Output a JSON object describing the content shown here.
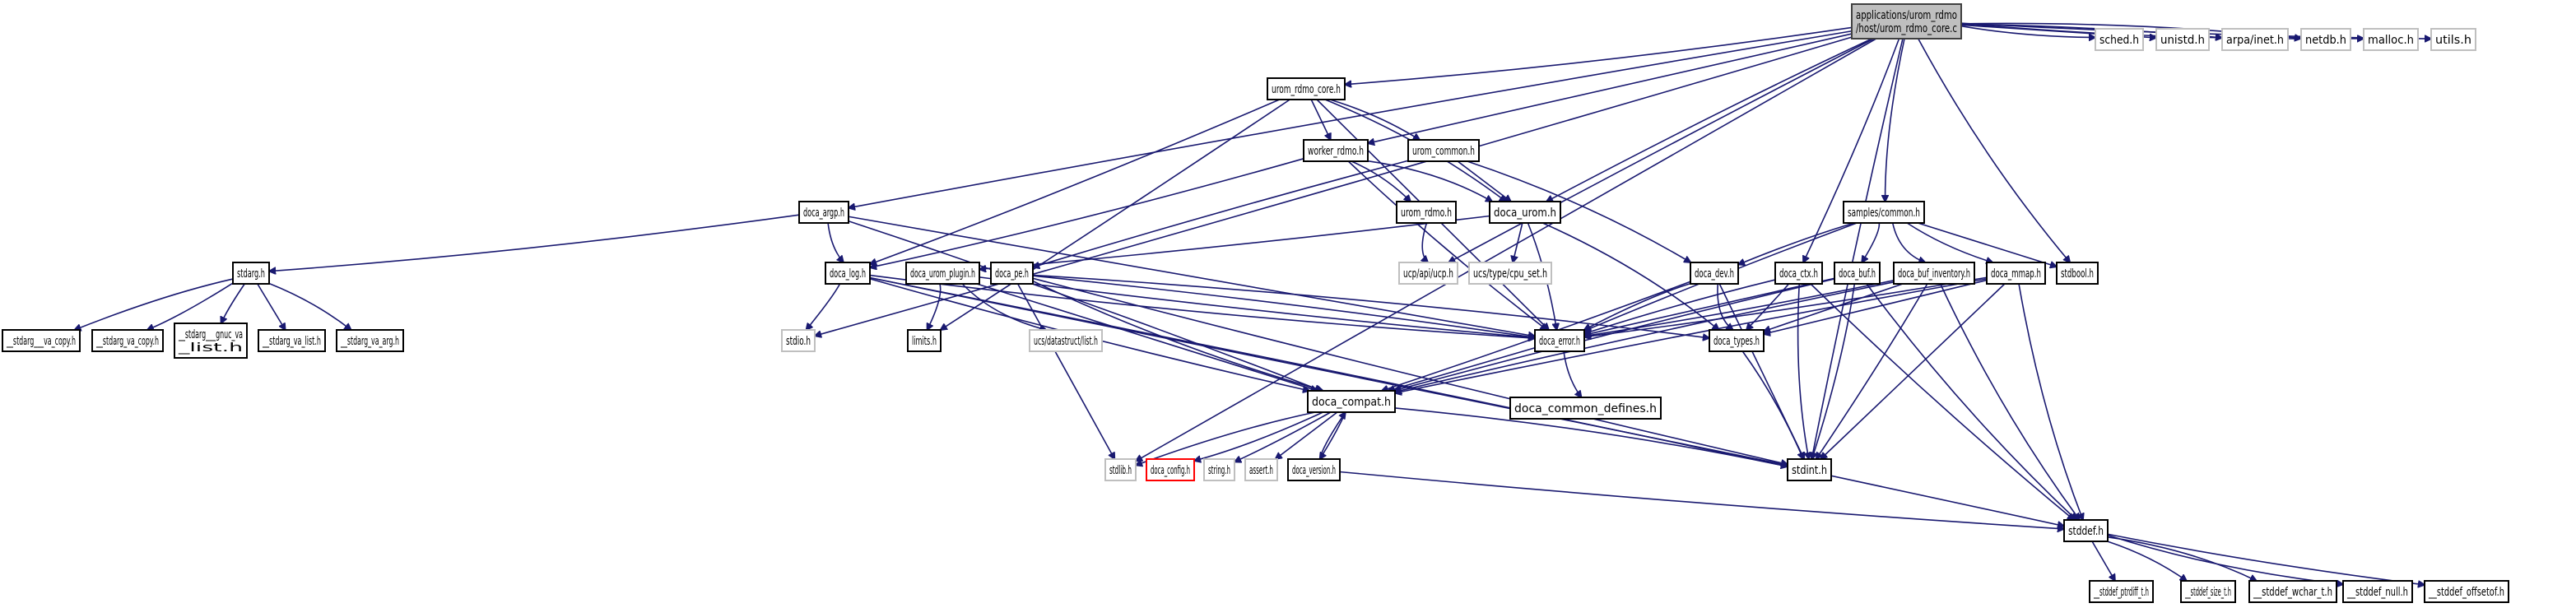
{
  "diagram": {
    "title": "applications/urom_rdmo/host/urom_rdmo_core.c include dependency graph",
    "edge_color": "#191970",
    "nodes": [
      {
        "id": "root",
        "lines": [
          "applications/urom_rdmo",
          "/host/urom_rdmo_core.c"
        ],
        "kind": "root"
      },
      {
        "id": "urom_rdmo_core_h",
        "lines": [
          "urom_rdmo_core.h"
        ],
        "kind": "normal"
      },
      {
        "id": "sched_h",
        "lines": [
          "sched.h"
        ],
        "kind": "external"
      },
      {
        "id": "unistd_h",
        "lines": [
          "unistd.h"
        ],
        "kind": "external"
      },
      {
        "id": "arpa_inet_h",
        "lines": [
          "arpa/inet.h"
        ],
        "kind": "external"
      },
      {
        "id": "netdb_h",
        "lines": [
          "netdb.h"
        ],
        "kind": "external"
      },
      {
        "id": "malloc_h",
        "lines": [
          "malloc.h"
        ],
        "kind": "external"
      },
      {
        "id": "utils_h",
        "lines": [
          "utils.h"
        ],
        "kind": "external"
      },
      {
        "id": "worker_rdmo_h",
        "lines": [
          "worker_rdmo.h"
        ],
        "kind": "normal"
      },
      {
        "id": "urom_common_h",
        "lines": [
          "urom_common.h"
        ],
        "kind": "normal"
      },
      {
        "id": "doca_argp_h",
        "lines": [
          "doca_argp.h"
        ],
        "kind": "normal"
      },
      {
        "id": "urom_rdmo_h",
        "lines": [
          "urom_rdmo.h"
        ],
        "kind": "normal"
      },
      {
        "id": "doca_urom_h",
        "lines": [
          "doca_urom.h"
        ],
        "kind": "normal"
      },
      {
        "id": "samples_common_h",
        "lines": [
          "samples/common.h"
        ],
        "kind": "normal"
      },
      {
        "id": "stdarg_h",
        "lines": [
          "stdarg.h"
        ],
        "kind": "normal"
      },
      {
        "id": "doca_log_h",
        "lines": [
          "doca_log.h"
        ],
        "kind": "normal"
      },
      {
        "id": "doca_urom_plugin_h",
        "lines": [
          "doca_urom_plugin.h"
        ],
        "kind": "normal"
      },
      {
        "id": "doca_pe_h",
        "lines": [
          "doca_pe.h"
        ],
        "kind": "normal"
      },
      {
        "id": "ucp_api_ucp_h",
        "lines": [
          "ucp/api/ucp.h"
        ],
        "kind": "external"
      },
      {
        "id": "ucs_type_cpu_set_h",
        "lines": [
          "ucs/type/cpu_set.h"
        ],
        "kind": "external"
      },
      {
        "id": "doca_dev_h",
        "lines": [
          "doca_dev.h"
        ],
        "kind": "normal"
      },
      {
        "id": "doca_ctx_h",
        "lines": [
          "doca_ctx.h"
        ],
        "kind": "normal"
      },
      {
        "id": "doca_buf_h",
        "lines": [
          "doca_buf.h"
        ],
        "kind": "normal"
      },
      {
        "id": "doca_buf_inventory_h",
        "lines": [
          "doca_buf_inventory.h"
        ],
        "kind": "normal"
      },
      {
        "id": "doca_mmap_h",
        "lines": [
          "doca_mmap.h"
        ],
        "kind": "normal"
      },
      {
        "id": "stdbool_h",
        "lines": [
          "stdbool.h"
        ],
        "kind": "normal"
      },
      {
        "id": "stdarg_va_copy_1",
        "lines": [
          "__stdarg___va_copy.h"
        ],
        "kind": "normal"
      },
      {
        "id": "stdarg_va_copy_2",
        "lines": [
          "__stdarg_va_copy.h"
        ],
        "kind": "normal"
      },
      {
        "id": "stdarg_gnuc_va_list",
        "lines": [
          "__stdarg___gnuc_va",
          "_list.h"
        ],
        "kind": "normal"
      },
      {
        "id": "stdarg_va_list",
        "lines": [
          "__stdarg_va_list.h"
        ],
        "kind": "normal"
      },
      {
        "id": "stdarg_va_arg",
        "lines": [
          "__stdarg_va_arg.h"
        ],
        "kind": "normal"
      },
      {
        "id": "stdio_h",
        "lines": [
          "stdio.h"
        ],
        "kind": "external"
      },
      {
        "id": "limits_h",
        "lines": [
          "limits.h"
        ],
        "kind": "normal"
      },
      {
        "id": "ucs_datastruct_list_h",
        "lines": [
          "ucs/datastruct/list.h"
        ],
        "kind": "external"
      },
      {
        "id": "doca_error_h",
        "lines": [
          "doca_error.h"
        ],
        "kind": "normal"
      },
      {
        "id": "doca_types_h",
        "lines": [
          "doca_types.h"
        ],
        "kind": "normal"
      },
      {
        "id": "doca_common_defines_h",
        "lines": [
          "doca_common_defines.h"
        ],
        "kind": "normal"
      },
      {
        "id": "doca_compat_h",
        "lines": [
          "doca_compat.h"
        ],
        "kind": "normal"
      },
      {
        "id": "stdlib_h",
        "lines": [
          "stdlib.h"
        ],
        "kind": "external"
      },
      {
        "id": "doca_config_h",
        "lines": [
          "doca_config.h"
        ],
        "kind": "missing"
      },
      {
        "id": "string_h",
        "lines": [
          "string.h"
        ],
        "kind": "external"
      },
      {
        "id": "assert_h",
        "lines": [
          "assert.h"
        ],
        "kind": "external"
      },
      {
        "id": "doca_version_h",
        "lines": [
          "doca_version.h"
        ],
        "kind": "normal"
      },
      {
        "id": "stdint_h",
        "lines": [
          "stdint.h"
        ],
        "kind": "normal"
      },
      {
        "id": "stddef_h",
        "lines": [
          "stddef.h"
        ],
        "kind": "normal"
      },
      {
        "id": "stddef_ptrdiff_t",
        "lines": [
          "__stddef_ptrdiff_t.h"
        ],
        "kind": "normal"
      },
      {
        "id": "stddef_size_t",
        "lines": [
          "__stddef_size_t.h"
        ],
        "kind": "normal"
      },
      {
        "id": "stddef_wchar_t",
        "lines": [
          "__stddef_wchar_t.h"
        ],
        "kind": "normal"
      },
      {
        "id": "stddef_null",
        "lines": [
          "__stddef_null.h"
        ],
        "kind": "normal"
      },
      {
        "id": "stddef_offsetof",
        "lines": [
          "__stddef_offsetof.h"
        ],
        "kind": "normal"
      }
    ],
    "edges": [
      [
        "root",
        "urom_rdmo_core_h"
      ],
      [
        "root",
        "sched_h"
      ],
      [
        "root",
        "unistd_h"
      ],
      [
        "root",
        "arpa_inet_h"
      ],
      [
        "root",
        "netdb_h"
      ],
      [
        "root",
        "malloc_h"
      ],
      [
        "root",
        "utils_h"
      ],
      [
        "root",
        "worker_rdmo_h"
      ],
      [
        "root",
        "doca_argp_h"
      ],
      [
        "root",
        "doca_urom_h"
      ],
      [
        "root",
        "samples_common_h"
      ],
      [
        "root",
        "stdio_h"
      ],
      [
        "root",
        "stdlib_h"
      ],
      [
        "root",
        "ucp_api_ucp_h"
      ],
      [
        "root",
        "doca_ctx_h"
      ],
      [
        "root",
        "stdbool_h"
      ],
      [
        "root",
        "stdint_h"
      ],
      [
        "urom_rdmo_core_h",
        "worker_rdmo_h"
      ],
      [
        "urom_rdmo_core_h",
        "urom_common_h"
      ],
      [
        "urom_rdmo_core_h",
        "doca_urom_h"
      ],
      [
        "urom_rdmo_core_h",
        "doca_log_h"
      ],
      [
        "urom_rdmo_core_h",
        "limits_h"
      ],
      [
        "urom_rdmo_core_h",
        "doca_error_h"
      ],
      [
        "worker_rdmo_h",
        "urom_rdmo_h"
      ],
      [
        "worker_rdmo_h",
        "doca_urom_h"
      ],
      [
        "worker_rdmo_h",
        "doca_log_h"
      ],
      [
        "worker_rdmo_h",
        "doca_error_h"
      ],
      [
        "urom_common_h",
        "doca_urom_h"
      ],
      [
        "urom_common_h",
        "doca_pe_h"
      ],
      [
        "urom_common_h",
        "doca_dev_h"
      ],
      [
        "urom_rdmo_h",
        "ucp_api_ucp_h"
      ],
      [
        "doca_urom_h",
        "doca_urom_plugin_h"
      ],
      [
        "doca_urom_h",
        "ucs_type_cpu_set_h"
      ],
      [
        "doca_urom_h",
        "doca_error_h"
      ],
      [
        "doca_urom_h",
        "doca_types_h"
      ],
      [
        "doca_argp_h",
        "stdarg_h"
      ],
      [
        "doca_argp_h",
        "doca_log_h"
      ],
      [
        "doca_argp_h",
        "doca_error_h"
      ],
      [
        "doca_argp_h",
        "doca_compat_h"
      ],
      [
        "stdarg_h",
        "stdarg_va_copy_1"
      ],
      [
        "stdarg_h",
        "stdarg_va_copy_2"
      ],
      [
        "stdarg_h",
        "stdarg_gnuc_va_list"
      ],
      [
        "stdarg_h",
        "stdarg_va_list"
      ],
      [
        "stdarg_h",
        "stdarg_va_arg"
      ],
      [
        "doca_log_h",
        "stdio_h"
      ],
      [
        "doca_log_h",
        "doca_error_h"
      ],
      [
        "doca_log_h",
        "doca_compat_h"
      ],
      [
        "doca_log_h",
        "stdint_h"
      ],
      [
        "doca_log_h",
        "stddef_h"
      ],
      [
        "doca_urom_plugin_h",
        "limits_h"
      ],
      [
        "doca_urom_plugin_h",
        "ucs_datastruct_list_h"
      ],
      [
        "doca_urom_plugin_h",
        "doca_error_h"
      ],
      [
        "doca_urom_plugin_h",
        "doca_compat_h"
      ],
      [
        "doca_pe_h",
        "doca_error_h"
      ],
      [
        "doca_pe_h",
        "doca_types_h"
      ],
      [
        "doca_pe_h",
        "doca_compat_h"
      ],
      [
        "doca_pe_h",
        "stdint_h"
      ],
      [
        "doca_pe_h",
        "stdlib_h"
      ],
      [
        "samples_common_h",
        "doca_dev_h"
      ],
      [
        "samples_common_h",
        "doca_buf_h"
      ],
      [
        "samples_common_h",
        "doca_buf_inventory_h"
      ],
      [
        "samples_common_h",
        "doca_mmap_h"
      ],
      [
        "samples_common_h",
        "stdbool_h"
      ],
      [
        "samples_common_h",
        "doca_error_h"
      ],
      [
        "doca_dev_h",
        "doca_error_h"
      ],
      [
        "doca_dev_h",
        "doca_types_h"
      ],
      [
        "doca_dev_h",
        "doca_compat_h"
      ],
      [
        "doca_dev_h",
        "stdint_h"
      ],
      [
        "doca_ctx_h",
        "doca_error_h"
      ],
      [
        "doca_ctx_h",
        "doca_types_h"
      ],
      [
        "doca_ctx_h",
        "stdint_h"
      ],
      [
        "doca_ctx_h",
        "stddef_h"
      ],
      [
        "doca_buf_h",
        "doca_error_h"
      ],
      [
        "doca_buf_h",
        "doca_compat_h"
      ],
      [
        "doca_buf_h",
        "stdint_h"
      ],
      [
        "doca_buf_h",
        "stddef_h"
      ],
      [
        "doca_buf_inventory_h",
        "doca_error_h"
      ],
      [
        "doca_buf_inventory_h",
        "doca_types_h"
      ],
      [
        "doca_buf_inventory_h",
        "doca_compat_h"
      ],
      [
        "doca_buf_inventory_h",
        "stdint_h"
      ],
      [
        "doca_buf_inventory_h",
        "stddef_h"
      ],
      [
        "doca_mmap_h",
        "doca_error_h"
      ],
      [
        "doca_mmap_h",
        "doca_types_h"
      ],
      [
        "doca_mmap_h",
        "doca_compat_h"
      ],
      [
        "doca_mmap_h",
        "stdint_h"
      ],
      [
        "doca_mmap_h",
        "stddef_h"
      ],
      [
        "doca_error_h",
        "doca_common_defines_h"
      ],
      [
        "doca_error_h",
        "doca_compat_h"
      ],
      [
        "doca_types_h",
        "stdint_h"
      ],
      [
        "doca_compat_h",
        "stdlib_h"
      ],
      [
        "doca_compat_h",
        "doca_config_h"
      ],
      [
        "doca_compat_h",
        "string_h"
      ],
      [
        "doca_compat_h",
        "assert_h"
      ],
      [
        "doca_compat_h",
        "doca_version_h"
      ],
      [
        "doca_compat_h",
        "stdint_h"
      ],
      [
        "doca_version_h",
        "doca_compat_h"
      ],
      [
        "doca_version_h",
        "stddef_h"
      ],
      [
        "stddef_h",
        "stddef_ptrdiff_t"
      ],
      [
        "stddef_h",
        "stddef_size_t"
      ],
      [
        "stddef_h",
        "stddef_wchar_t"
      ],
      [
        "stddef_h",
        "stddef_null"
      ],
      [
        "stddef_h",
        "stddef_offsetof"
      ]
    ]
  }
}
